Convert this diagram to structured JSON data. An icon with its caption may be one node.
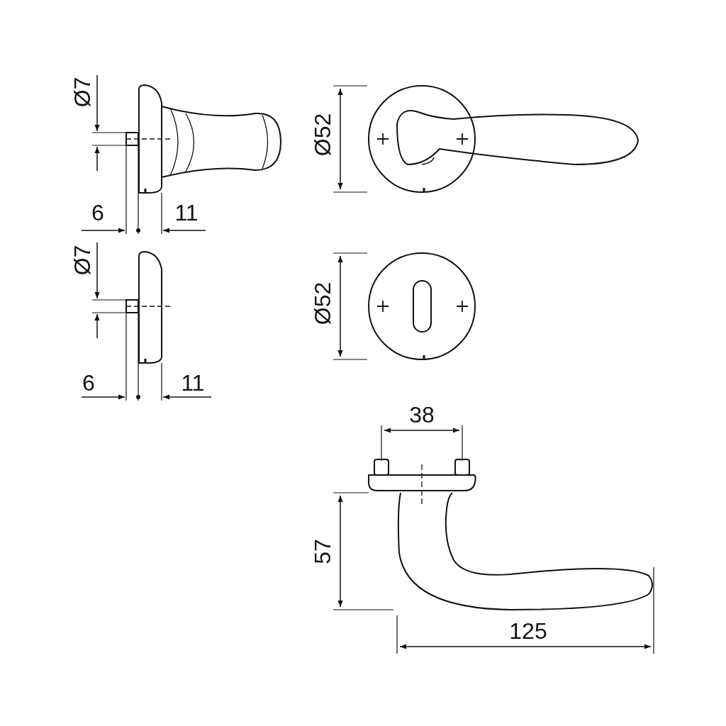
{
  "diagram": {
    "labels": [
      "Ø7",
      "Ø52",
      "6",
      "11",
      "Ø7",
      "Ø52",
      "6",
      "11",
      "38",
      "57",
      "125"
    ]
  }
}
